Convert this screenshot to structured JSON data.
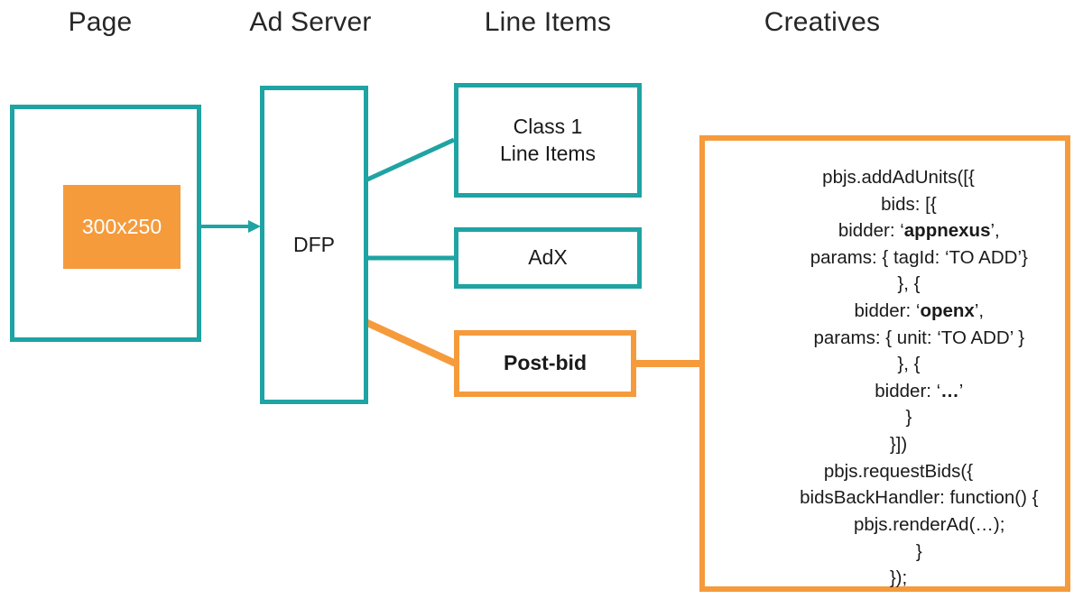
{
  "columns": [
    {
      "label": "Page"
    },
    {
      "label": "Ad Server"
    },
    {
      "label": "Line Items"
    },
    {
      "label": "Creatives"
    }
  ],
  "page": {
    "creative_label": "300x250"
  },
  "ad_server": {
    "label": "DFP"
  },
  "line_items": [
    {
      "label": "Class 1\nLine Items",
      "name": "class-1-line-items"
    },
    {
      "label": "AdX",
      "name": "adx"
    },
    {
      "label": "Post-bid",
      "name": "post-bid"
    }
  ],
  "creatives": {
    "code_lines": [
      {
        "indent": 0,
        "segments": [
          {
            "text": "pbjs.addAdUnits([{"
          }
        ]
      },
      {
        "indent": 1,
        "segments": [
          {
            "text": "bids: [{"
          }
        ]
      },
      {
        "indent": 2,
        "segments": [
          {
            "text": "bidder: ‘"
          },
          {
            "text": "appnexus",
            "bold": true
          },
          {
            "text": "’,"
          }
        ]
      },
      {
        "indent": 2,
        "segments": [
          {
            "text": "params: { tagId: ‘TO ADD’}"
          }
        ]
      },
      {
        "indent": 1,
        "segments": [
          {
            "text": "}, {"
          }
        ]
      },
      {
        "indent": 2,
        "segments": [
          {
            "text": "bidder: ‘"
          },
          {
            "text": "openx",
            "bold": true
          },
          {
            "text": "’,"
          }
        ]
      },
      {
        "indent": 2,
        "segments": [
          {
            "text": "params: { unit: ‘TO ADD’ }"
          }
        ]
      },
      {
        "indent": 1,
        "segments": [
          {
            "text": "}, {"
          }
        ]
      },
      {
        "indent": 2,
        "segments": [
          {
            "text": "bidder: ‘"
          },
          {
            "text": "…",
            "bold": true
          },
          {
            "text": "’"
          }
        ]
      },
      {
        "indent": 1,
        "segments": [
          {
            "text": "}"
          }
        ]
      },
      {
        "indent": 0,
        "segments": [
          {
            "text": "}])"
          }
        ]
      },
      {
        "indent": 0,
        "segments": [
          {
            "text": "pbjs.requestBids({"
          }
        ]
      },
      {
        "indent": 2,
        "segments": [
          {
            "text": "bidsBackHandler: function() {"
          }
        ]
      },
      {
        "indent": 3,
        "segments": [
          {
            "text": "pbjs.renderAd(…);"
          }
        ]
      },
      {
        "indent": 2,
        "segments": [
          {
            "text": "}"
          }
        ]
      },
      {
        "indent": 0,
        "segments": [
          {
            "text": "});"
          }
        ]
      }
    ]
  },
  "colors": {
    "teal": "#1FA3A3",
    "orange": "#F59B3C",
    "text": "#1a1a1a",
    "background": "#ffffff"
  }
}
